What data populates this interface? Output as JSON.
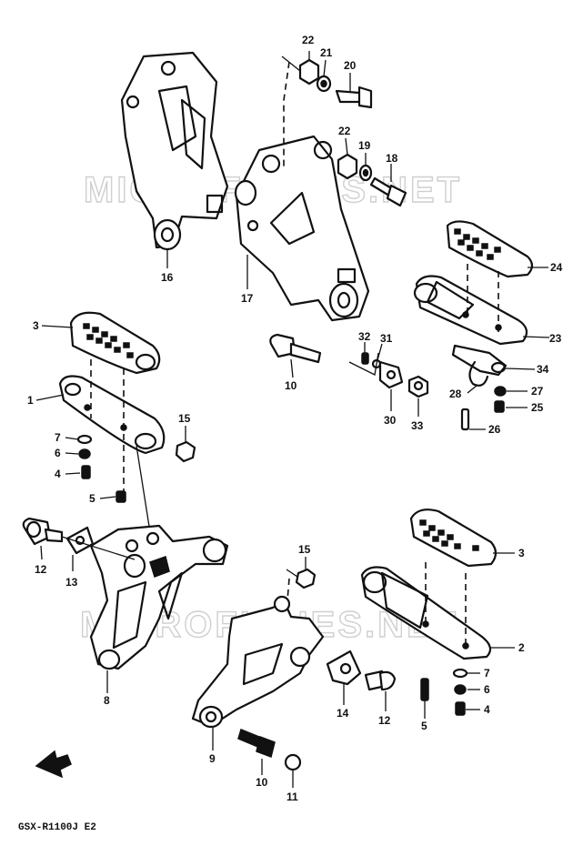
{
  "watermark": "MICROFICHES.NET",
  "diagram_code": "GSX-R1100J E2",
  "callouts": {
    "p1": "1",
    "p2": "2",
    "p3a": "3",
    "p3b": "3",
    "p4a": "4",
    "p4b": "4",
    "p5a": "5",
    "p5b": "5",
    "p6a": "6",
    "p6b": "6",
    "p7a": "7",
    "p7b": "7",
    "p8": "8",
    "p9": "9",
    "p10a": "10",
    "p10b": "10",
    "p11": "11",
    "p12a": "12",
    "p12b": "12",
    "p13": "13",
    "p14": "14",
    "p15a": "15",
    "p15b": "15",
    "p16": "16",
    "p17": "17",
    "p18": "18",
    "p19": "19",
    "p20": "20",
    "p21": "21",
    "p22a": "22",
    "p22b": "22",
    "p23": "23",
    "p24": "24",
    "p25": "25",
    "p26": "26",
    "p27": "27",
    "p28": "28",
    "p30": "30",
    "p31": "31",
    "p32": "32",
    "p33": "33",
    "p34": "34"
  }
}
